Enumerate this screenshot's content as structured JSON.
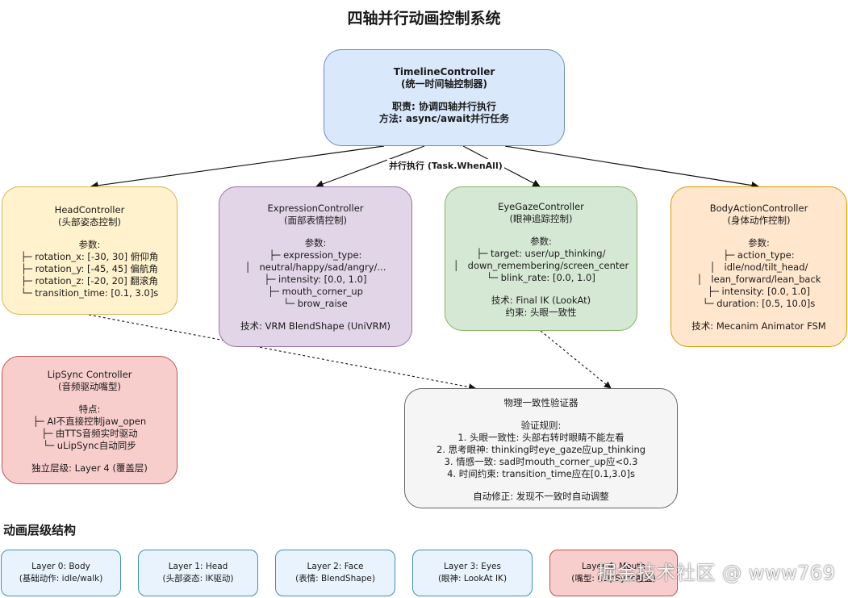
{
  "title": "四轴并行动画控制系统",
  "timeline": {
    "name": "TimelineController",
    "subtitle": "(统一时间轴控制器)",
    "duty": "职责: 协调四轴并行执行",
    "method": "方法: async/await并行任务"
  },
  "edge_label": "并行执行 (Task.WhenAll)",
  "head": {
    "name": "HeadController",
    "subtitle": "(头部姿态控制)",
    "params_label": "参数:",
    "params": [
      "├─ rotation_x: [-30, 30] 俯仰角",
      "├─ rotation_y: [-45, 45] 偏航角",
      "├─ rotation_z: [-20, 20] 翻滚角",
      "└─ transition_time: [0.1, 3.0]s"
    ]
  },
  "expression": {
    "name": "ExpressionController",
    "subtitle": "(面部表情控制)",
    "params_label": "参数:",
    "params": [
      "├─ expression_type:",
      "│   neutral/happy/sad/angry/...",
      "├─ intensity: [0.0, 1.0]",
      "├─ mouth_corner_up",
      "└─ brow_raise"
    ],
    "tech": "技术: VRM BlendShape (UniVRM)"
  },
  "eye": {
    "name": "EyeGazeController",
    "subtitle": "(眼神追踪控制)",
    "params_label": "参数:",
    "params": [
      "├─ target: user/up_thinking/",
      "│   down_remembering/screen_center",
      "└─ blink_rate: [0.0, 1.0]"
    ],
    "tech": "技术: Final IK (LookAt)",
    "constraint": "约束: 头眼一致性"
  },
  "body": {
    "name": "BodyActionController",
    "subtitle": "(身体动作控制)",
    "params_label": "参数:",
    "params": [
      "├─ action_type:",
      "│   idle/nod/tilt_head/",
      "│   lean_forward/lean_back",
      "├─ intensity: [0.0, 1.0]",
      "└─ duration: [0.5, 10.0]s"
    ],
    "tech": "技术: Mecanim Animator FSM"
  },
  "lipsync": {
    "name": "LipSync Controller",
    "subtitle": "(音频驱动嘴型)",
    "features_label": "特点:",
    "features": [
      "├─ AI不直接控制jaw_open",
      "├─ 由TTS音频实时驱动",
      "└─ uLipSync自动同步"
    ],
    "layer": "独立层级: Layer 4 (覆盖层)"
  },
  "verifier": {
    "name": "物理一致性验证器",
    "rules_label": "验证规则:",
    "rules": [
      "1. 头眼一致性: 头部右转时眼睛不能左看",
      "2. 思考眼神: thinking时eye_gaze应up_thinking",
      "3. 情感一致: sad时mouth_corner_up应<0.3",
      "4. 时间约束: transition_time应在[0.1,3.0]s"
    ],
    "autofix": "自动修正: 发现不一致时自动调整"
  },
  "layers_title": "动画层级结构",
  "layers": [
    {
      "name": "Layer 0: Body",
      "desc": "(基础动作: idle/walk)"
    },
    {
      "name": "Layer 1: Head",
      "desc": "(头部姿态: IK驱动)"
    },
    {
      "name": "Layer 2: Face",
      "desc": "(表情: BlendShape)"
    },
    {
      "name": "Layer 3: Eyes",
      "desc": "(眼神: LookAt IK)"
    },
    {
      "name": "Layer 4: Mouth",
      "desc": "(嘴型: uLipSync覆盖)"
    }
  ],
  "watermark": "掘金技术社区 @ www769",
  "colors": {
    "timeline_fill": "#dae8fc",
    "head_fill": "#fff2cc",
    "expression_fill": "#e1d5e7",
    "eye_fill": "#d5e8d4",
    "body_fill": "#ffe6cc",
    "lipsync_fill": "#f8cecc",
    "verifier_fill": "#f5f5f5",
    "layer_fill": "#e9f3fd",
    "layer4_fill": "#f8cecc"
  }
}
